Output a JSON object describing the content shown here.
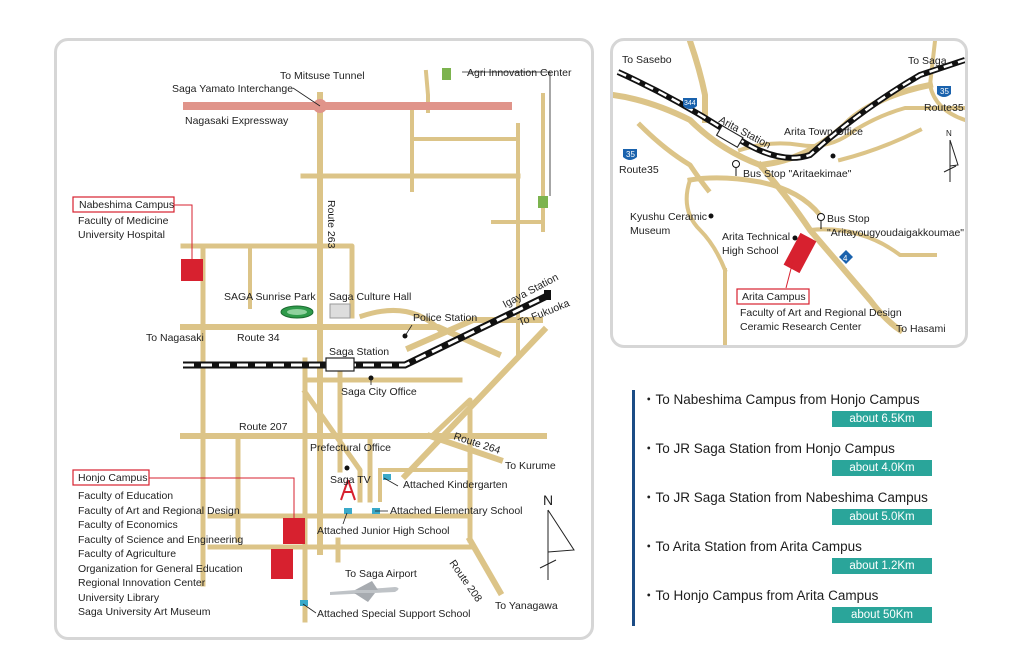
{
  "main_map": {
    "labels": {
      "mitsuse": "To Mitsuse Tunnel",
      "yamato": "Saga Yamato Interchange",
      "expressway": "Nagasaki Expressway",
      "agri": "Agri Innovation Center",
      "nabeshima_title": "Nabeshima Campus",
      "nab_1": "Faculty of Medicine",
      "nab_2": "University Hospital",
      "route263": "Route 263",
      "sunrise": "SAGA Sunrise Park",
      "culture": "Saga Culture Hall",
      "igaya": "Igaya Station",
      "fukuoka": "To Fukuoka",
      "police": "Police Station",
      "nagasaki": "To Nagasaki",
      "route34": "Route 34",
      "saga_station": "Saga Station",
      "city_office": "Saga City Office",
      "route207": "Route 207",
      "route264": "Route 264",
      "pref_office": "Prefectural Office",
      "kurume": "To Kurume",
      "saga_tv": "Saga TV",
      "kinder": "Attached Kindergarten",
      "elem": "Attached Elementary School",
      "junior": "Attached Junior High School",
      "airport": "To Saga Airport",
      "route208": "Route 208",
      "yanagawa": "To Yanagawa",
      "special": "Attached Special Support School",
      "north": "N",
      "honjo_title": "Honjo Campus",
      "honjo_faculties": [
        "Faculty of Education",
        "Faculty of Art and Regional Design",
        "Faculty of Economics",
        "Faculty of Science and Engineering",
        "Faculty of Agriculture",
        "Organization for General Education",
        "Regional Innovation Center",
        "University Library",
        "Saga University Art Museum"
      ]
    }
  },
  "arita_map": {
    "labels": {
      "sasebo": "To Sasebo",
      "to_saga": "To Saga",
      "route35_right": "Route35",
      "route35_left": "Route35",
      "shield_344": "344",
      "shield_35a": "35",
      "shield_35b": "35",
      "shield_4": "4",
      "arita_station": "Arita Station",
      "town_office": "Arita Town Office",
      "bus_stop_1": "Bus Stop \"Aritaekimae\"",
      "kyushu_1": "Kyushu Ceramic",
      "kyushu_2": "Museum",
      "bus_stop_2a": "Bus Stop",
      "bus_stop_2b": "\"Aritayougyoudaigakkoumae\"",
      "tech_1": "Arita Technical",
      "tech_2": "High School",
      "campus_title": "Arita Campus",
      "campus_1": "Faculty of Art and Regional Design",
      "campus_2": "Ceramic Research Center",
      "hasami": "To Hasami",
      "north": "N"
    }
  },
  "distances": [
    {
      "label": "・To Nabeshima Campus from Honjo Campus",
      "value": "about 6.5Km"
    },
    {
      "label": "・To JR Saga Station from Honjo Campus",
      "value": "about 4.0Km"
    },
    {
      "label": "・To JR Saga Station from Nabeshima Campus",
      "value": "about 5.0Km"
    },
    {
      "label": "・To Arita Station from Arita Campus",
      "value": "about 1.2Km"
    },
    {
      "label": "・To Honjo Campus from Arita Campus",
      "value": "about 50Km"
    }
  ],
  "colors": {
    "road": "#dcc488",
    "expressway": "#e0948a",
    "campus": "#d7212f",
    "badge": "#2aa59a",
    "accent_line": "#1b4c85",
    "shield_blue": "#1a62ad",
    "park_green": "#2e9a4a"
  }
}
